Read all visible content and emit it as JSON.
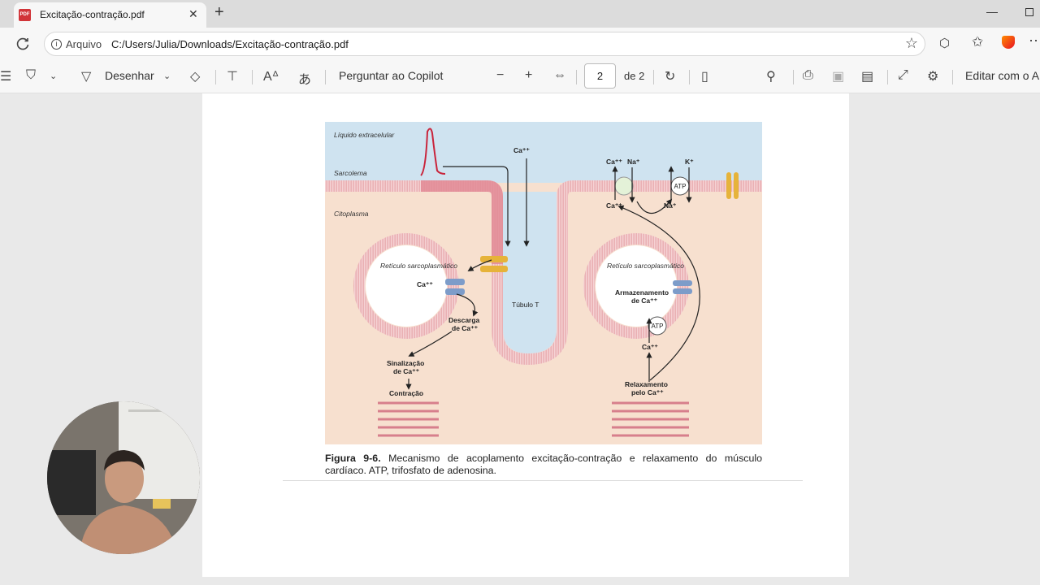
{
  "tab": {
    "title": "Excitação-contração.pdf",
    "pdf_badge": "PDF"
  },
  "address": {
    "prefix": "Arquivo",
    "path": "C:/Users/Julia/Downloads/Excitação-contração.pdf"
  },
  "toolbar": {
    "draw_label": "Desenhar",
    "copilot_label": "Perguntar ao Copilot",
    "page_current": "2",
    "page_total": "de 2",
    "edit_label": "Editar com o A"
  },
  "figure": {
    "extracellular": "Líquido extracelular",
    "sarcolemma": "Sarcolema",
    "cytoplasm": "Citoplasma",
    "sr_left": "Retículo sarcoplasmático",
    "sr_right": "Retículo sarcoplasmático",
    "ttubule": "Túbulo T",
    "ca_top": "Ca⁺⁺",
    "ca_left": "Ca⁺⁺",
    "release_1": "Descarga",
    "release_2": "de Ca⁺⁺",
    "signal_1": "Sinalização",
    "signal_2": "de Ca⁺⁺",
    "contraction": "Contração",
    "pump_ca": "Ca⁺⁺",
    "pump_na": "Na⁺",
    "pump_k": "K⁺",
    "atp_top": "ATP",
    "ca_inner": "Ca⁺⁺",
    "na_inner": "Na⁺",
    "storage_1": "Armazenamento",
    "storage_2": "de Ca⁺⁺",
    "atp_sr": "ATP",
    "ca_bottom": "Ca⁺⁺",
    "relax_1": "Relaxamento",
    "relax_2": "pelo Ca⁺⁺"
  },
  "caption": {
    "label": "Figura 9-6.",
    "text": " Mecanismo de acoplamento excitação-contração e relaxamento do músculo cardíaco. ATP, trifosfato de adenosina."
  },
  "colors": {
    "ecf": "#cfe2ef",
    "cytoplasm": "#f6dfce",
    "membrane": "#e9a8ad",
    "channel": "#e6b33a",
    "receptor": "#7d9cc9"
  }
}
